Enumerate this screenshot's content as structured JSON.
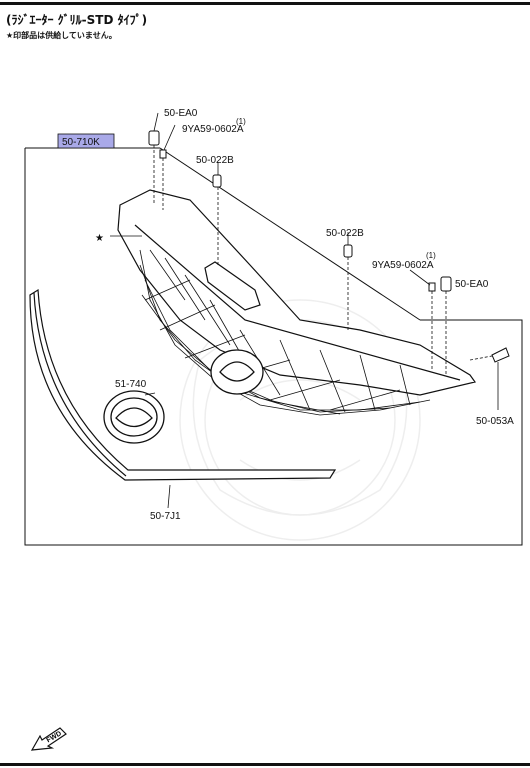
{
  "header": {
    "title": "(ﾗｼﾞｴｰﾀｰ ｸﾞﾘﾙ-STD ﾀｲﾌﾟ)",
    "note": "★印部品は供給していません。"
  },
  "parts": {
    "grille_assembly": "50-710K",
    "clip_top": "50-EA0",
    "screw_top_qty": "(1)",
    "screw_top": "9YA59-0602A",
    "fastener_left": "50-022B",
    "fastener_right": "50-022B",
    "screw_right_qty": "(1)",
    "screw_right": "9YA59-0602A",
    "clip_right": "50-EA0",
    "bolt": "50-053A",
    "emblem": "51-740",
    "molding": "50-7J1",
    "star_marker": "★"
  },
  "colors": {
    "highlight": "#a9a9e8",
    "line": "#111111"
  },
  "fwd_label": "FWD"
}
